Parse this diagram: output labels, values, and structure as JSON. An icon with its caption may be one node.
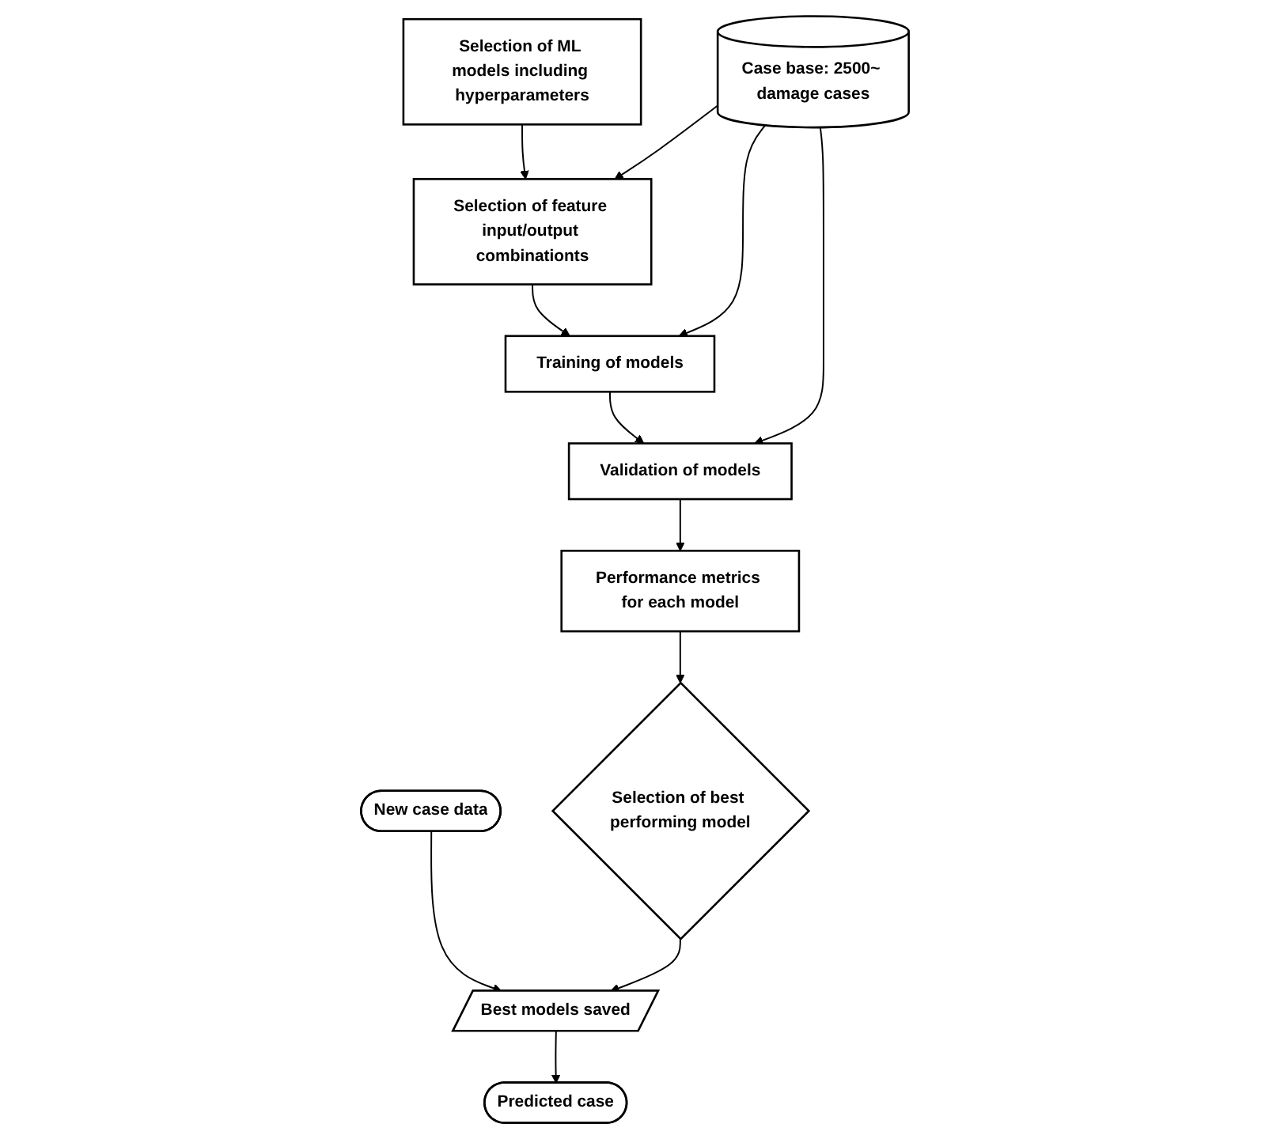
{
  "diagram": {
    "nodes": [
      {
        "text": [
          "Selection of ML models including hyperparameters"
        ]
      },
      {
        "text": [
          "Case base: 2500~ damage cases"
        ]
      },
      {
        "text": [
          "Selection of feature input/output combinationts"
        ]
      },
      {
        "text": [
          "Training of models"
        ]
      },
      {
        "text": [
          "Predicted case"
        ]
      },
      {
        "text": [
          "New case data"
        ]
      },
      {
        "text": [
          "Best models saved"
        ]
      },
      {
        "text": [
          "Validation of models"
        ]
      },
      {
        "text": [
          "Performance metrics for each model"
        ]
      },
      {
        "text": [
          "Selection of best performing model"
        ]
      }
    ],
    "edges": [
      {
        "from": 0,
        "to": 2,
        "arrow": "to"
      },
      {
        "from": 1,
        "to": 2,
        "arrow": "to"
      },
      {
        "from": 1,
        "to": 3,
        "arrow": "to"
      },
      {
        "from": 2,
        "to": 3,
        "arrow": "to"
      },
      {
        "from": 3,
        "to": 7,
        "arrow": "to"
      },
      {
        "from": 1,
        "to": 7,
        "arrow": "to"
      },
      {
        "from": 7,
        "to": 8,
        "arrow": "to"
      },
      {
        "from": 8,
        "to": 9,
        "arrow": "to"
      },
      {
        "from": 9,
        "to": 6,
        "arrow": "to"
      },
      {
        "from": 5,
        "to": 6,
        "arrow": "to"
      },
      {
        "from": 6,
        "to": 4,
        "arrow": "to"
      }
    ]
  }
}
